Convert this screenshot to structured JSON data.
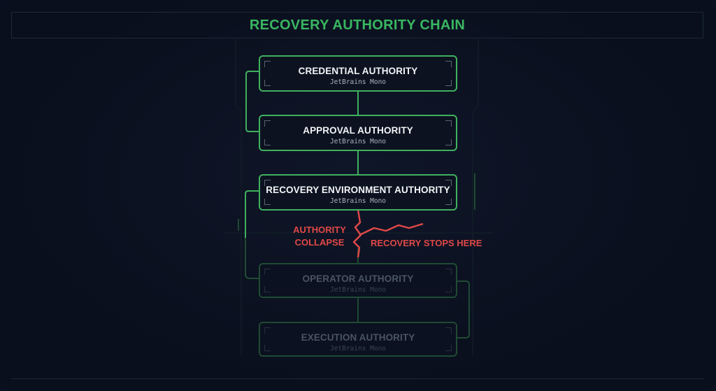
{
  "title": "RECOVERY AUTHORITY CHAIN",
  "nodes": [
    {
      "label": "CREDENTIAL AUTHORITY",
      "sub": "JetBrains Mono"
    },
    {
      "label": "APPROVAL AUTHORITY",
      "sub": "JetBrains Mono"
    },
    {
      "label": "RECOVERY ENVIRONMENT AUTHORITY",
      "sub": "JetBrains Mono"
    },
    {
      "label": "OPERATOR AUTHORITY",
      "sub": "JetBrains Mono"
    },
    {
      "label": "EXECUTION AUTHORITY",
      "sub": "JetBrains Mono"
    }
  ],
  "collapse": {
    "left_line1": "AUTHORITY",
    "left_line2": "COLLAPSE",
    "right": "RECOVERY STOPS HERE"
  },
  "colors": {
    "accent": "#39b661",
    "node_border": "#3fb05e",
    "dim_border": "#1f4a33",
    "alert": "#e04848"
  }
}
